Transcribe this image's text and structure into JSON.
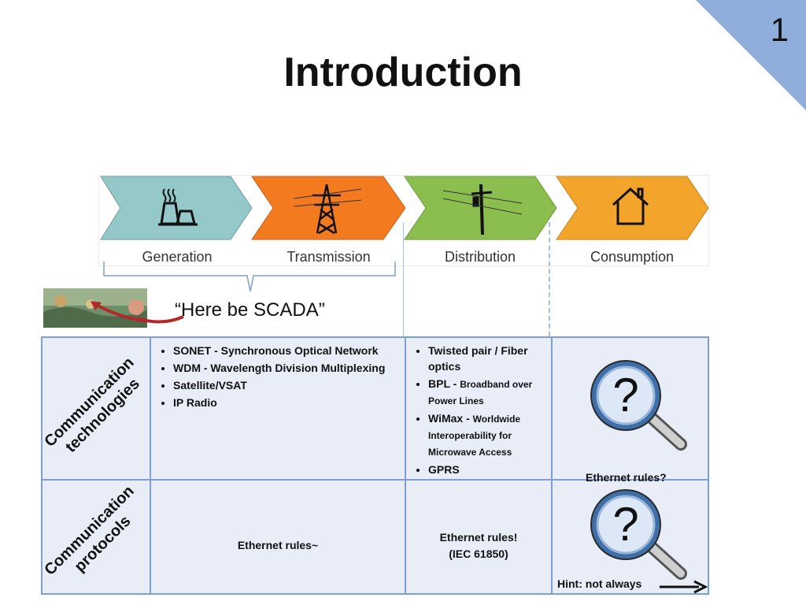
{
  "slide": {
    "number": "1",
    "title": "Introduction"
  },
  "stages": [
    "Generation",
    "Transmission",
    "Distribution",
    "Consumption"
  ],
  "stage_colors": [
    "#95c8c8",
    "#f47a20",
    "#8cbd4f",
    "#f3a42a"
  ],
  "stage_icons": [
    "power-plant-icon",
    "transmission-tower-icon",
    "utility-pole-icon",
    "house-icon"
  ],
  "scada": {
    "caption": "“Here be SCADA”",
    "image": "sea-monster-map-illustration"
  },
  "rows": {
    "technologies": {
      "label_line1": "Communication",
      "label_line2": "technologies",
      "transmission_items": [
        "SONET - Synchronous Optical Network",
        "WDM - Wavelength Division Multiplexing",
        "Satellite/VSAT",
        "IP Radio"
      ],
      "distribution_items": [
        {
          "main": "Twisted pair / Fiber optics",
          "detail": ""
        },
        {
          "main": "BPL - ",
          "detail": "Broadband over Power Lines"
        },
        {
          "main": "WiMax - ",
          "detail": "Worldwide Interoperability for Microwave Access"
        },
        {
          "main": "GPRS",
          "detail": ""
        }
      ],
      "consumption_icon": "magnifier-question-icon"
    },
    "protocols": {
      "label_line1": "Communication",
      "label_line2": "protocols",
      "transmission_text": "Ethernet rules~",
      "distribution_line1": "Ethernet rules!",
      "distribution_line2": "(IEC 61850)",
      "consumption_text": "Ethernet rules?",
      "hint": "Hint:  not always",
      "consumption_icon": "magnifier-question-icon"
    }
  },
  "colors": {
    "table_border": "#7f9fd0",
    "table_fill": "#e9edf7",
    "corner": "#8faedb"
  }
}
